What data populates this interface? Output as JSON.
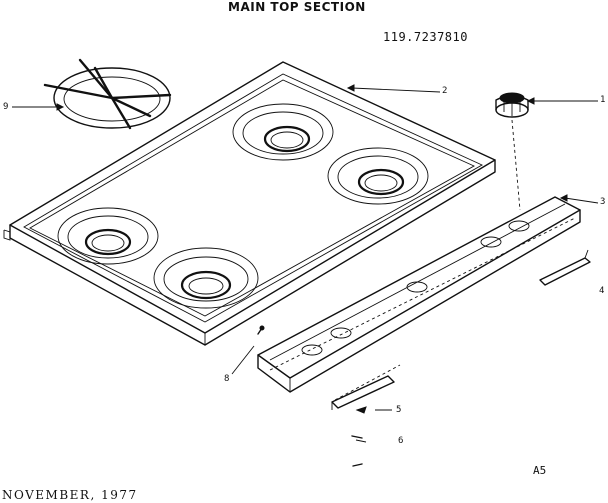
{
  "title": "MAIN TOP SECTION",
  "model_number": "119.7237810",
  "date": "NOVEMBER, 1977",
  "page_code": "A5",
  "callouts": {
    "c1": "1",
    "c2": "2",
    "c3": "3",
    "c4": "4",
    "c5": "5",
    "c6": "6",
    "c8": "8",
    "c9": "9"
  }
}
